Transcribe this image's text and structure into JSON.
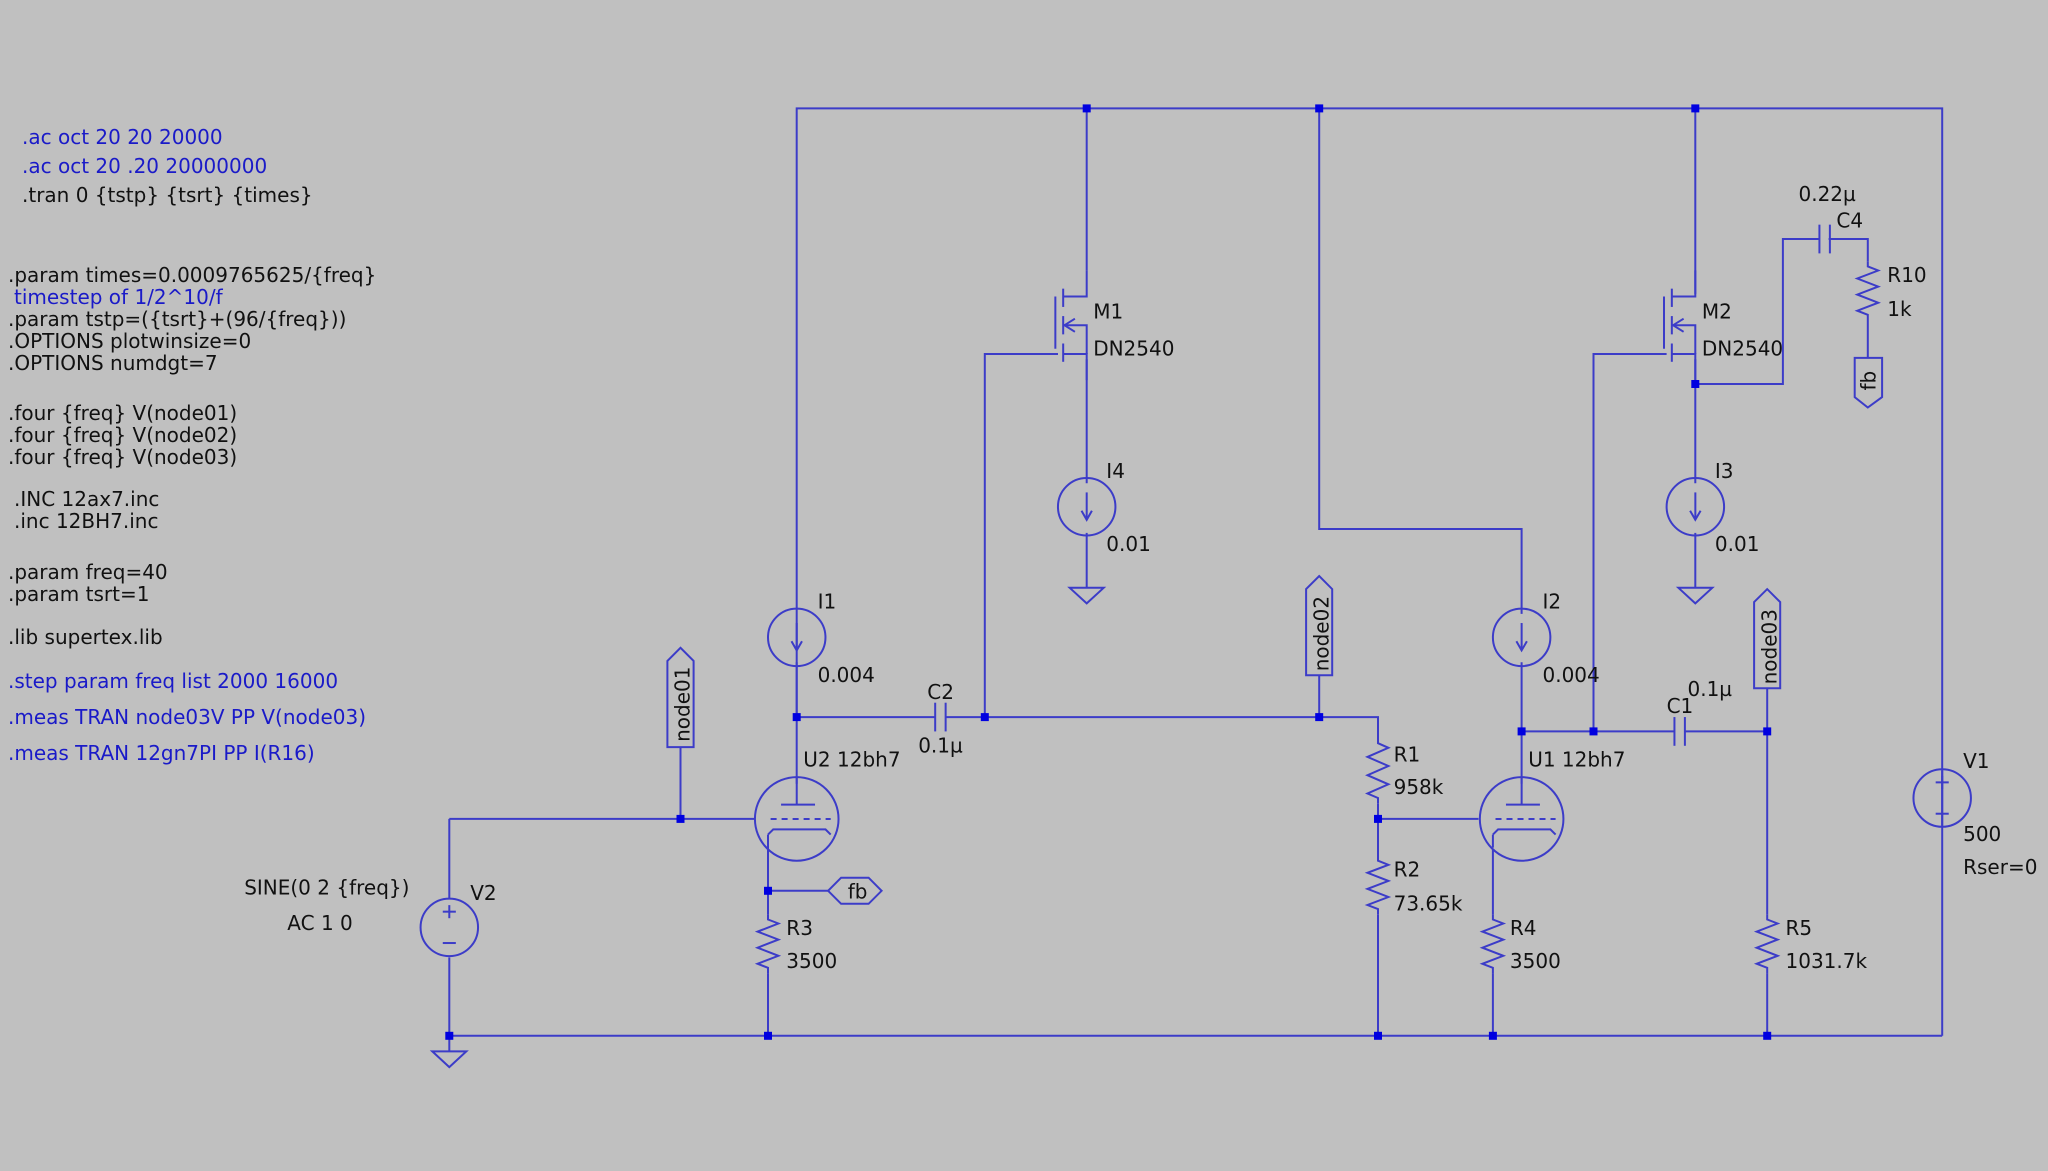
{
  "colors": {
    "background": "#c0c0c0",
    "wire": "#3c3cc8",
    "junction": "#0000e0",
    "text_blue": "#1a1ac8",
    "text_dark": "#111111"
  },
  "directives": {
    "ac1": ".ac oct 20 20 20000",
    "ac2": ".ac oct 20 .20 20000000",
    "tran": ".tran 0 {tstp} {tsrt} {times}",
    "param_times": ".param times=0.0009765625/{freq}",
    "timestep_comment": "timestep of 1/2^10/f",
    "param_tstp": ".param tstp=({tsrt}+(96/{freq}))",
    "opt_plotwin": ".OPTIONS plotwinsize=0",
    "opt_numdgt": ".OPTIONS numdgt=7",
    "four1": ".four {freq} V(node01)",
    "four2": ".four {freq} V(node02)",
    "four3": ".four {freq} V(node03)",
    "inc1": ".INC 12ax7.inc",
    "inc2": ".inc 12BH7.inc",
    "param_freq": ".param freq=40",
    "param_tsrt": ".param tsrt=1",
    "lib": ".lib supertex.lib",
    "step": ".step param freq list 2000 16000",
    "meas1": ".meas TRAN node03V PP V(node03)",
    "meas2": ".meas TRAN 12gn7PI PP I(R16)"
  },
  "components": {
    "M1": {
      "name": "M1",
      "model": "DN2540"
    },
    "M2": {
      "name": "M2",
      "model": "DN2540"
    },
    "I1": {
      "name": "I1",
      "value": "0.004"
    },
    "I2": {
      "name": "I2",
      "value": "0.004"
    },
    "I3": {
      "name": "I3",
      "value": "0.01"
    },
    "I4": {
      "name": "I4",
      "value": "0.01"
    },
    "C1": {
      "name": "C1",
      "value": "0.1µ"
    },
    "C2": {
      "name": "C2",
      "value": "0.1µ"
    },
    "C4": {
      "name": "C4",
      "value": "0.22µ"
    },
    "R1": {
      "name": "R1",
      "value": "958k"
    },
    "R2": {
      "name": "R2",
      "value": "73.65k"
    },
    "R3": {
      "name": "R3",
      "value": "3500"
    },
    "R4": {
      "name": "R4",
      "value": "3500"
    },
    "R5": {
      "name": "R5",
      "value": "1031.7k"
    },
    "R10": {
      "name": "R10",
      "value": "1k"
    },
    "U1": {
      "label": "U1 12bh7"
    },
    "U2": {
      "label": "U2 12bh7"
    },
    "V1": {
      "name": "V1",
      "value": "500",
      "rser": "Rser=0"
    },
    "V2": {
      "name": "V2",
      "value1": "SINE(0 2 {freq})",
      "value2": "AC 1 0"
    }
  },
  "netlabels": {
    "node01": "node01",
    "node02": "node02",
    "node03": "node03",
    "fb1": "fb",
    "fb2": "fb"
  }
}
